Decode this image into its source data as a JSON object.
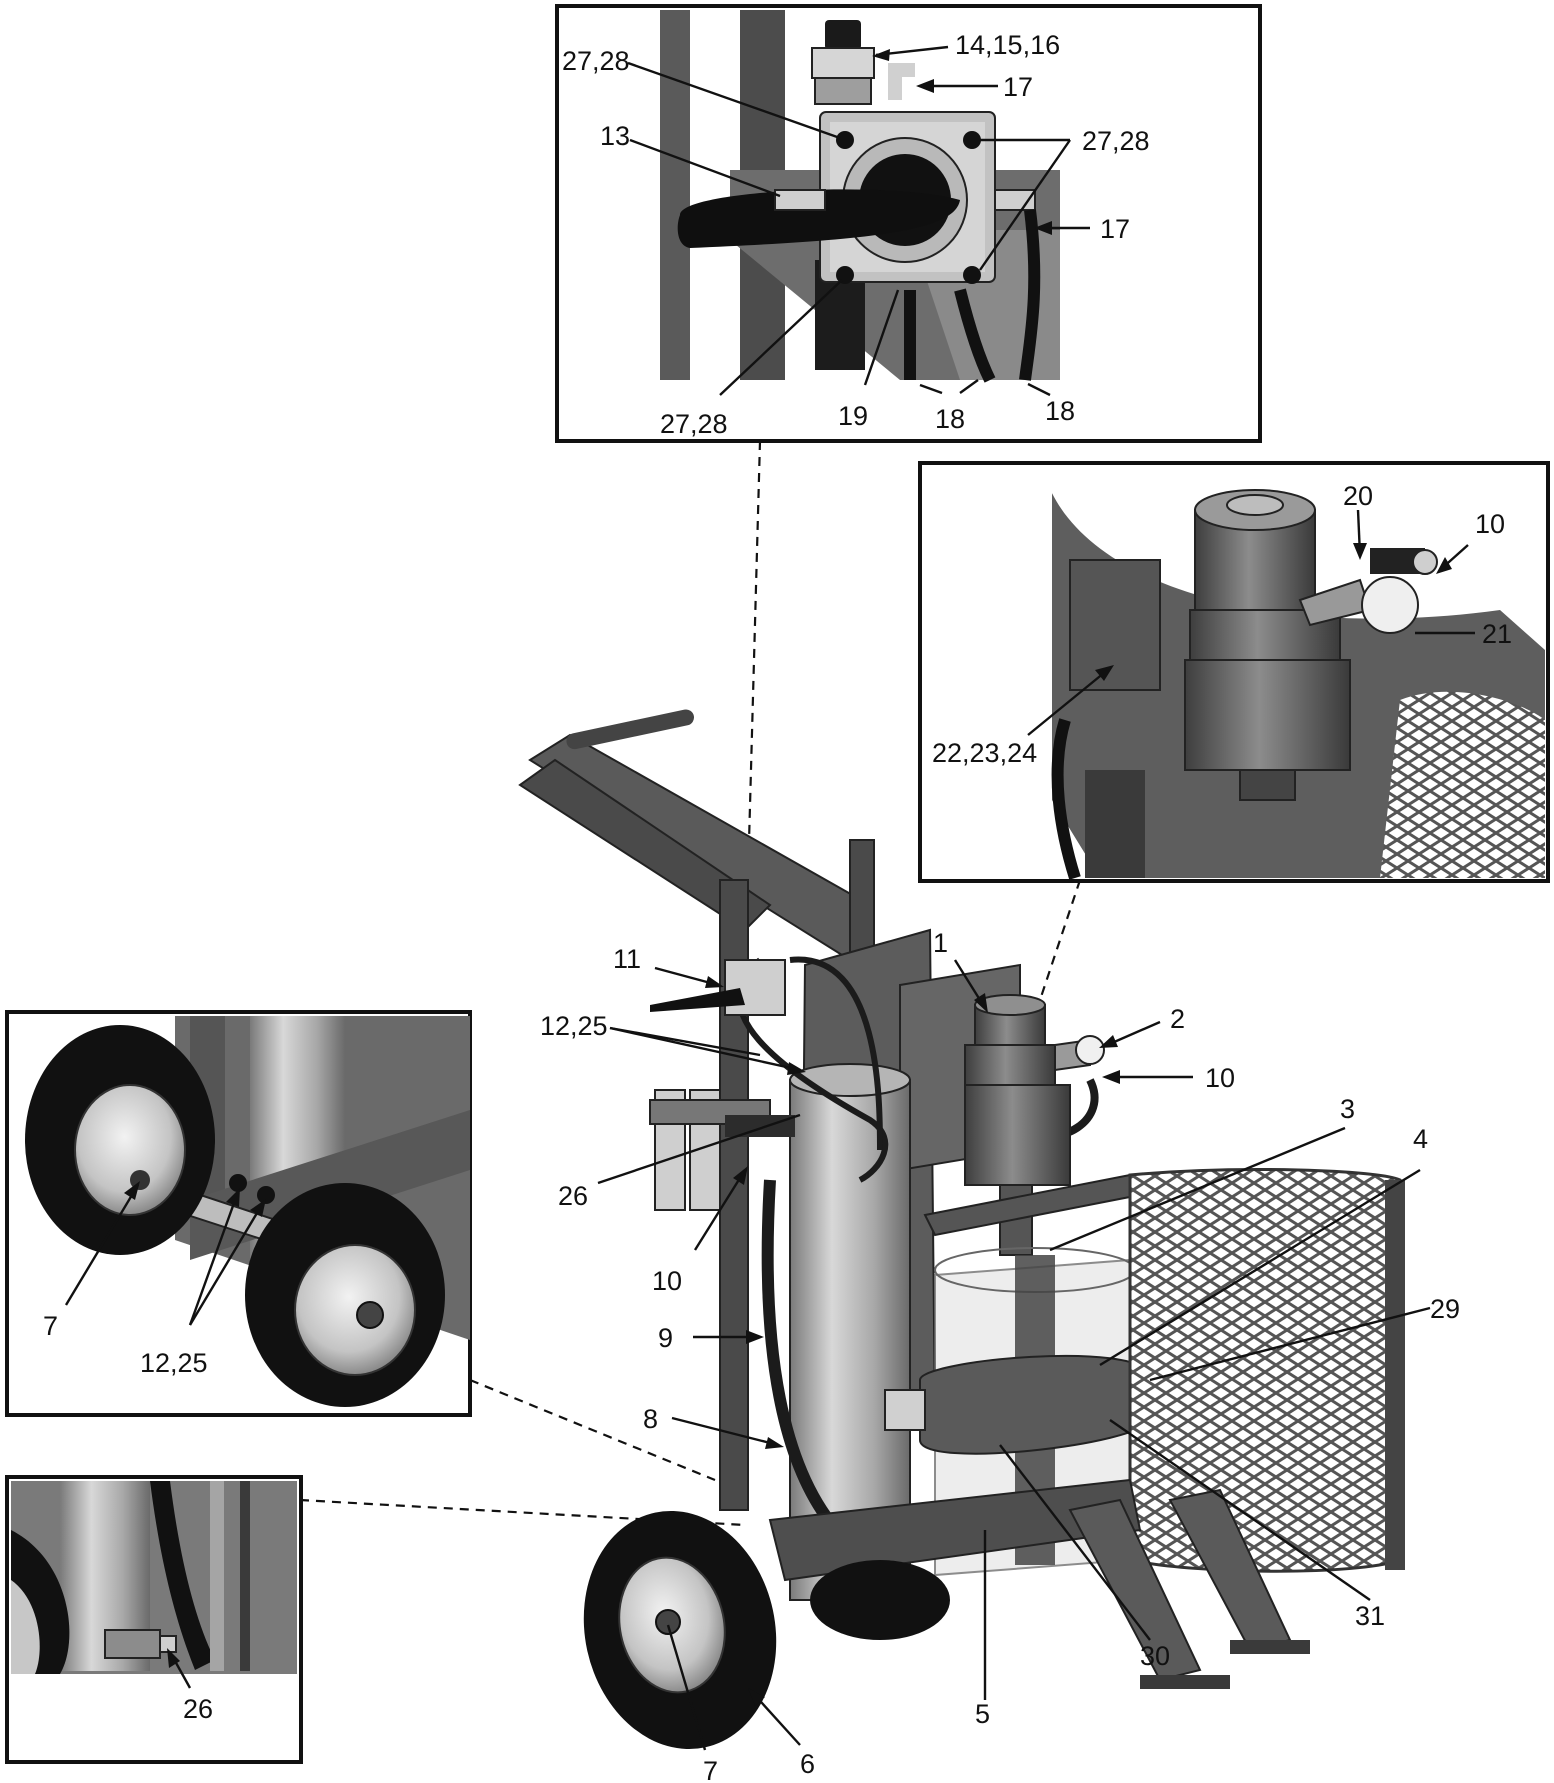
{
  "figure": "Parts breakdown of a cart-mounted pump assembly with four detail insets",
  "insets": {
    "air_valve": {
      "labels": [
        "14,15,16",
        "17",
        "27,28",
        "13",
        "27,28",
        "17",
        "27,28",
        "19",
        "18",
        "18"
      ]
    },
    "pump_top": {
      "labels": [
        "20",
        "10",
        "21",
        "22,23,24"
      ]
    },
    "axle": {
      "labels": [
        "7",
        "12,25"
      ]
    },
    "fitting": {
      "labels": [
        "26"
      ]
    }
  },
  "main": {
    "labels": [
      "11",
      "12,25",
      "26",
      "10",
      "9",
      "8",
      "1",
      "2",
      "10",
      "3",
      "4",
      "29",
      "31",
      "30",
      "5",
      "6",
      "7"
    ]
  },
  "colors": {
    "ink": "#111111",
    "metal_dark": "#4a4a4a",
    "metal_mid": "#6b6b6b",
    "metal_light": "#9a9a9a",
    "chrome": "#c9c9c9",
    "tire": "#111111"
  }
}
